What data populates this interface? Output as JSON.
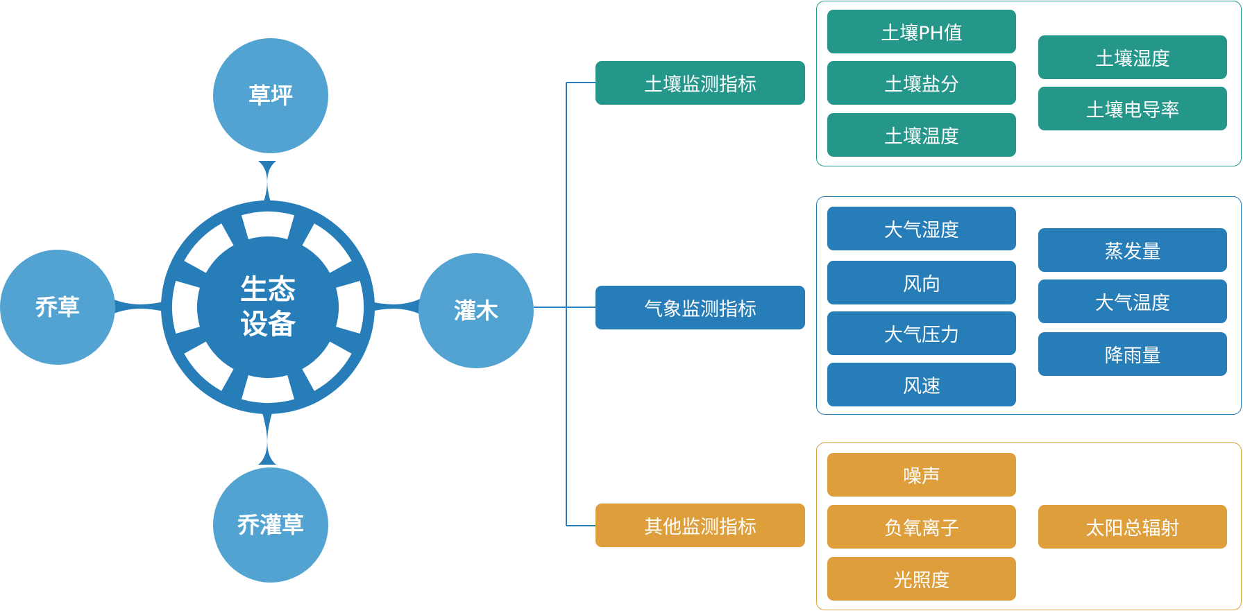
{
  "colors": {
    "hub_dark": "#277db8",
    "satellite": "#52a3d2",
    "soil": "#25968a",
    "weather": "#277db8",
    "other": "#de9e3c"
  },
  "hub": {
    "line1": "生态",
    "line2": "设备",
    "satellites": {
      "top": "草坪",
      "left": "乔草",
      "right": "灌木",
      "bottom": "乔灌草"
    }
  },
  "categories": [
    {
      "label": "土壤监测指标",
      "col1": [
        "土壤PH值",
        "土壤盐分",
        "土壤温度"
      ],
      "col2": [
        "土壤湿度",
        "土壤电导率"
      ]
    },
    {
      "label": "气象监测指标",
      "col1": [
        "大气湿度",
        "风向",
        "大气压力",
        "风速"
      ],
      "col2": [
        "蒸发量",
        "大气温度",
        "降雨量"
      ]
    },
    {
      "label": "其他监测指标",
      "col1": [
        "噪声",
        "负氧离子",
        "光照度"
      ],
      "col2": [
        "太阳总辐射"
      ]
    }
  ]
}
